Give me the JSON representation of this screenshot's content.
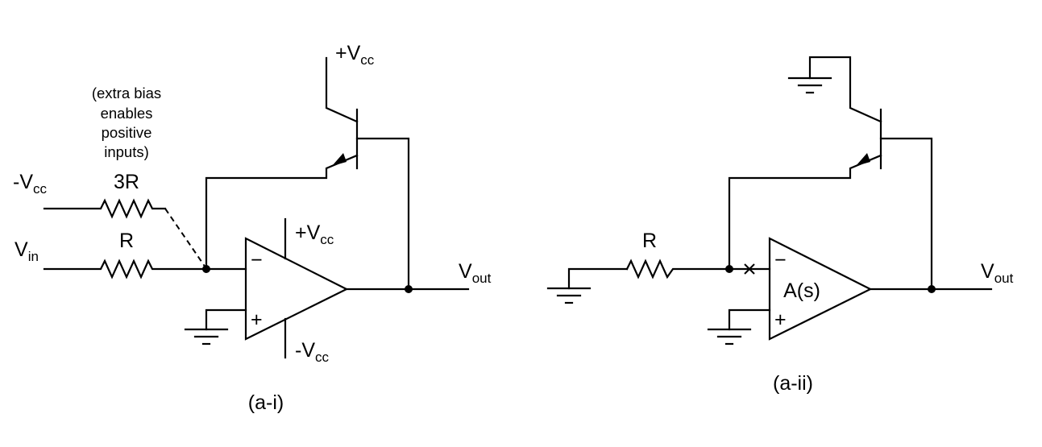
{
  "left_circuit": {
    "caption": "(a-i)",
    "vcc_top": {
      "prefix": "+V",
      "sub": "cc"
    },
    "neg_vcc_input": {
      "prefix": "-V",
      "sub": "cc"
    },
    "vin": {
      "prefix": "V",
      "sub": "in"
    },
    "resistor_3r": "3R",
    "resistor_r": "R",
    "note_lines": [
      "(extra bias",
      "enables",
      "positive",
      "inputs)"
    ],
    "opamp_minus": "−",
    "opamp_plus": "+",
    "opamp_supply_pos": {
      "prefix": "+V",
      "sub": "cc"
    },
    "opamp_supply_neg": {
      "prefix": "-V",
      "sub": "cc"
    },
    "vout": {
      "prefix": "V",
      "sub": "out"
    }
  },
  "right_circuit": {
    "caption": "(a-ii)",
    "resistor_r": "R",
    "opamp_label": "A(s)",
    "opamp_minus": "−",
    "opamp_plus": "+",
    "break_mark": "×",
    "vout": {
      "prefix": "V",
      "sub": "out"
    }
  }
}
